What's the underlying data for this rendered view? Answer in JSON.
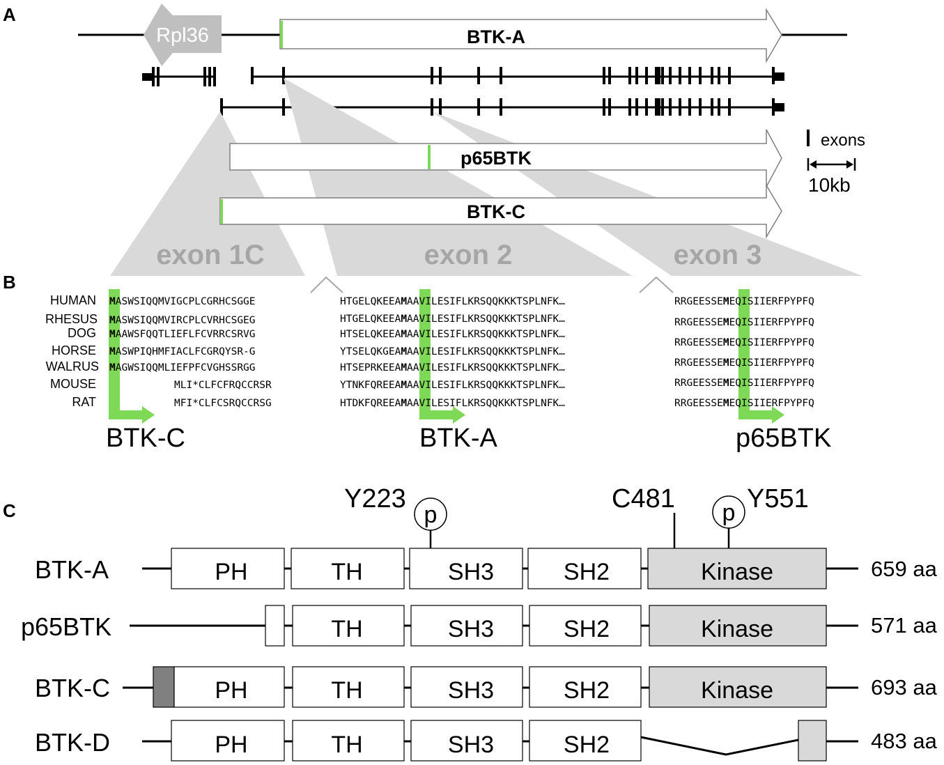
{
  "panels": {
    "a": {
      "letter": "A"
    },
    "b": {
      "letter": "B"
    },
    "c": {
      "letter": "C"
    }
  },
  "panelA": {
    "rpl36_label": "Rpl36",
    "btka_label": "BTK-A",
    "p65btk_label": "p65BTK",
    "btkc_label": "BTK-C",
    "legend_exons": "exons",
    "legend_scale": "10kb",
    "exon_labels": [
      "exon 1C",
      "exon 2",
      "exon 3"
    ]
  },
  "panelB": {
    "species": [
      "HUMAN",
      "RHESUS",
      "DOG",
      "HORSE",
      "WALRUS",
      "MOUSE",
      "RAT"
    ],
    "exon1c": [
      {
        "m": "M",
        "rest": "ASWSIQQMVIGCPLCGRHCSGGE"
      },
      {
        "m": "M",
        "rest": "ASWSIQQMVIRCPLCVRHCSGEG"
      },
      {
        "m": "M",
        "rest": "AAWSFQQTLIEFLFCVRRCSRVG"
      },
      {
        "m": "M",
        "rest": "ASWPIQHMFIACLFCGRQYSR-G"
      },
      {
        "m": "M",
        "rest": "AGWSIQQMLIEFPFCVGHSSRGG"
      },
      {
        "m": "",
        "rest": "MLI*CLFCFRQCCRSR"
      },
      {
        "m": "",
        "rest": "MFI*CLFCSRQCCRSG"
      }
    ],
    "exon2": [
      {
        "pre": "HTGELQKEEA",
        "m": "M",
        "post": "AAVILESIFLKRSQQKKKTSPLNFK…"
      },
      {
        "pre": "HTGELQKEEA",
        "m": "M",
        "post": "AAVILESIFLKRSQQKKKTSPLNFK…"
      },
      {
        "pre": "HTSELQKEEA",
        "m": "M",
        "post": "AAVILESIFLKRSQQKKKTSPLNFK…"
      },
      {
        "pre": "YTSELQKGEA",
        "m": "M",
        "post": "AAVILESIFLKRSQQKKKTSPLNFK…"
      },
      {
        "pre": "HTSEPRKEEA",
        "m": "M",
        "post": "AAVILESIFLKRSQQKKKTSPLNFK…"
      },
      {
        "pre": "YTNKFQREEA",
        "m": "M",
        "post": "AAVILESIFLKRSQQKKKTSPLNFK…"
      },
      {
        "pre": "HTDKFQREEA",
        "m": "M",
        "post": "AAVILESIFLKRSQQKKKTSPLNFK…"
      }
    ],
    "exon3": [
      {
        "pre": "RRGEESSE",
        "m": "M",
        "post": "EQISIIERFPYPFQ"
      },
      {
        "pre": "RRGEESSE",
        "m": "M",
        "post": "EQISIIERFPYPFQ"
      },
      {
        "pre": "RRGEESSE",
        "m": "M",
        "post": "EQISIIERFPYPFQ"
      },
      {
        "pre": "RRGEESSE",
        "m": "M",
        "post": "EQISIIERFPYPFQ"
      },
      {
        "pre": "RRGEESSE",
        "m": "M",
        "post": "EQISIIERFPYPFQ"
      },
      {
        "pre": "RRGEESSE",
        "m": "M",
        "post": "EQISIIERFPYPFQ"
      },
      {
        "pre": "RRGEESSE",
        "m": "M",
        "post": "EQISIIERFPYPFQ"
      }
    ],
    "start_labels": [
      "BTK-C",
      "BTK-A",
      "p65BTK"
    ]
  },
  "panelC": {
    "y223": "Y223",
    "c481": "C481",
    "y551": "Y551",
    "p": "p",
    "rows": [
      {
        "name": "BTK-A",
        "length": "659 aa",
        "domains": [
          "PH",
          "TH",
          "SH3",
          "SH2",
          "Kinase"
        ]
      },
      {
        "name": "p65BTK",
        "length": "571 aa",
        "domains": [
          "TH",
          "SH3",
          "SH2",
          "Kinase"
        ]
      },
      {
        "name": "BTK-C",
        "length": "693 aa",
        "domains": [
          "PH",
          "TH",
          "SH3",
          "SH2",
          "Kinase"
        ]
      },
      {
        "name": "BTK-D",
        "length": "483 aa",
        "domains": [
          "PH",
          "TH",
          "SH3",
          "SH2"
        ]
      }
    ]
  },
  "colors": {
    "green": "#7ed957",
    "gray_arrow": "#bfbfbf",
    "gray_wedge": "#d9d9d9",
    "kinase_fill": "#d9d9d9",
    "btkc_extension": "#808080",
    "exon_label": "#a6a6a6"
  }
}
